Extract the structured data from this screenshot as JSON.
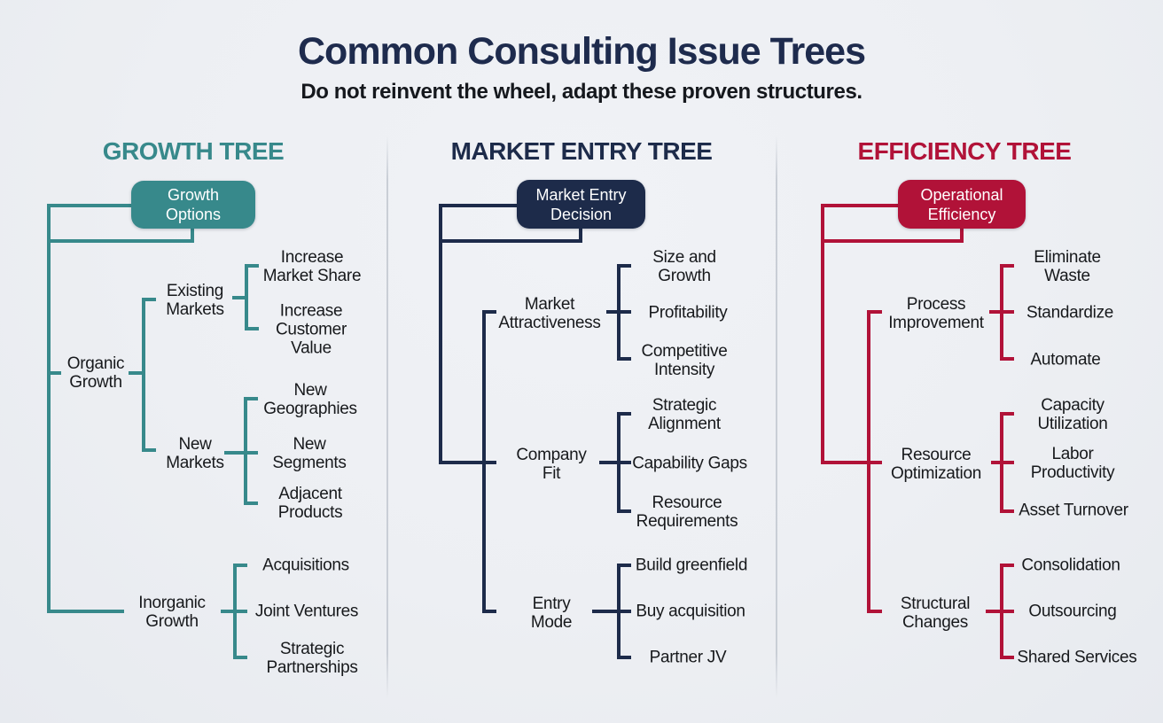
{
  "title": "Common Consulting Issue Trees",
  "subtitle": "Do not reinvent the wheel, adapt these proven structures.",
  "palette": {
    "background": "#edeff3",
    "divider": "#c9ced6",
    "node_text": "#17191c",
    "title_color": "#1e2b4d",
    "subtitle_color": "#15181d"
  },
  "trees": [
    {
      "header": "GROWTH TREE",
      "color": "#37898b",
      "root": "Growth Options",
      "branches": [
        {
          "label": "Organic Growth",
          "children": [
            {
              "label": "Existing Markets",
              "children": [
                "Increase Market Share",
                "Increase Customer Value"
              ]
            },
            {
              "label": "New Markets",
              "children": [
                "New Geographies",
                "New Segments",
                "Adjacent Products"
              ]
            }
          ]
        },
        {
          "label": "Inorganic Growth",
          "children": [
            "Acquisitions",
            "Joint Ventures",
            "Strategic Partnerships"
          ]
        }
      ]
    },
    {
      "header": "MARKET ENTRY TREE",
      "color": "#1d2b4a",
      "root": "Market Entry Decision",
      "branches": [
        {
          "label": "Market Attractiveness",
          "children": [
            "Size and Growth",
            "Profitability",
            "Competitive Intensity"
          ]
        },
        {
          "label": "Company Fit",
          "children": [
            "Strategic Alignment",
            "Capability Gaps",
            "Resource Requirements"
          ]
        },
        {
          "label": "Entry Mode",
          "children": [
            "Build greenfield",
            "Buy acquisition",
            "Partner JV"
          ]
        }
      ]
    },
    {
      "header": "EFFICIENCY TREE",
      "color": "#b11238",
      "root": "Operational Efficiency",
      "branches": [
        {
          "label": "Process Improvement",
          "children": [
            "Eliminate Waste",
            "Standardize",
            "Automate"
          ]
        },
        {
          "label": "Resource Optimization",
          "children": [
            "Capacity Utilization",
            "Labor Productivity",
            "Asset Turnover"
          ]
        },
        {
          "label": "Structural Changes",
          "children": [
            "Consolidation",
            "Outsourcing",
            "Shared Services"
          ]
        }
      ]
    }
  ]
}
